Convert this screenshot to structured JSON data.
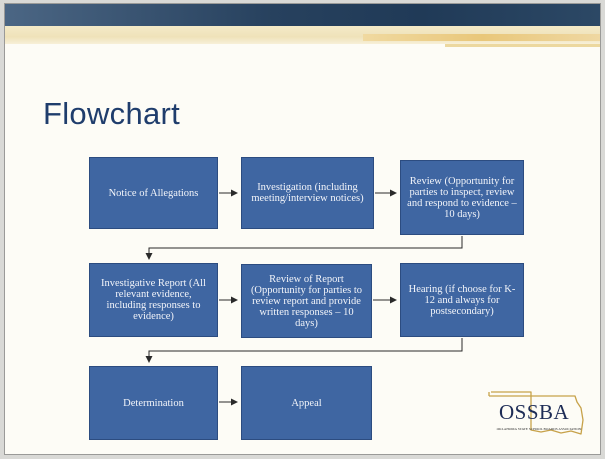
{
  "slide": {
    "title": "Flowchart"
  },
  "flow": {
    "nodes": [
      {
        "id": "notice",
        "label": "Notice of Allegations"
      },
      {
        "id": "investigation",
        "label": "Investigation (including meeting/interview notices)"
      },
      {
        "id": "review",
        "label": "Review (Opportunity for parties to inspect, review and respond to evidence – 10 days)"
      },
      {
        "id": "report",
        "label": "Investigative Report (All relevant evidence, including responses to evidence)"
      },
      {
        "id": "review_report",
        "label": "Review of Report (Opportunity for parties to review report and provide written responses – 10 days)"
      },
      {
        "id": "hearing",
        "label": "Hearing (if choose for K-12 and always for postsecondary)"
      },
      {
        "id": "determination",
        "label": "Determination"
      },
      {
        "id": "appeal",
        "label": "Appeal"
      }
    ],
    "edges": [
      [
        "notice",
        "investigation"
      ],
      [
        "investigation",
        "review"
      ],
      [
        "review",
        "report"
      ],
      [
        "report",
        "review_report"
      ],
      [
        "review_report",
        "hearing"
      ],
      [
        "hearing",
        "determination"
      ],
      [
        "determination",
        "appeal"
      ]
    ]
  },
  "logo": {
    "name": "OSSBA",
    "subtitle": "OKLAHOMA STATE SCHOOL BOARDS ASSOCIATION"
  },
  "colors": {
    "box_fill": "#3f66a2",
    "title": "#1f3d6c",
    "header_bar": "#27415e",
    "accent_gold": "#e9c77a"
  }
}
